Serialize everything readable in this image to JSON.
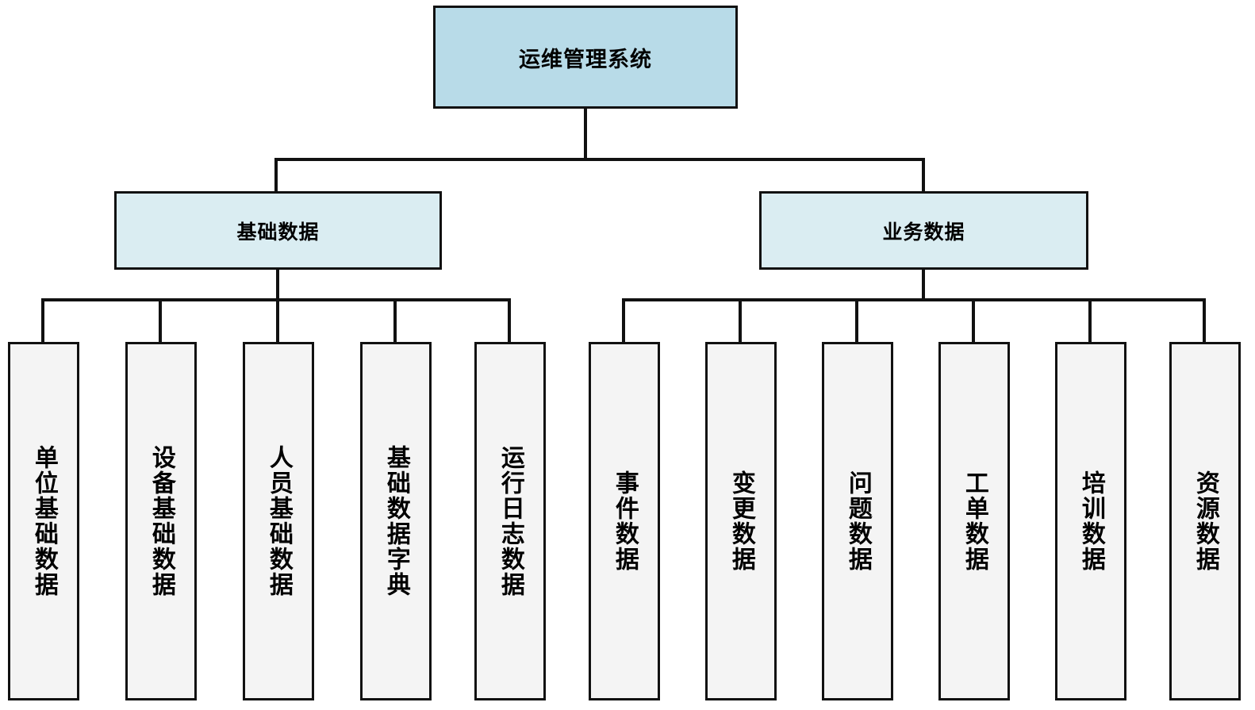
{
  "diagram": {
    "type": "organizational-tree",
    "orientation": "top-down",
    "root": {
      "label": "运维管理系统",
      "fill": "#b8dbe8",
      "border": "#111111"
    },
    "groups": [
      {
        "label": "基础数据",
        "fill": "#daedf2",
        "children": [
          {
            "label": "单位基础数据"
          },
          {
            "label": "设备基础数据"
          },
          {
            "label": "人员基础数据"
          },
          {
            "label": "基础数据字典"
          },
          {
            "label": "运行日志数据"
          }
        ]
      },
      {
        "label": "业务数据",
        "fill": "#daedf2",
        "children": [
          {
            "label": "事件数据"
          },
          {
            "label": "变更数据"
          },
          {
            "label": "问题数据"
          },
          {
            "label": "工单数据"
          },
          {
            "label": "培训数据"
          },
          {
            "label": "资源数据"
          }
        ]
      }
    ],
    "leaf_fill": "#f4f4f4",
    "line_color": "#111111",
    "background": "#ffffff"
  }
}
